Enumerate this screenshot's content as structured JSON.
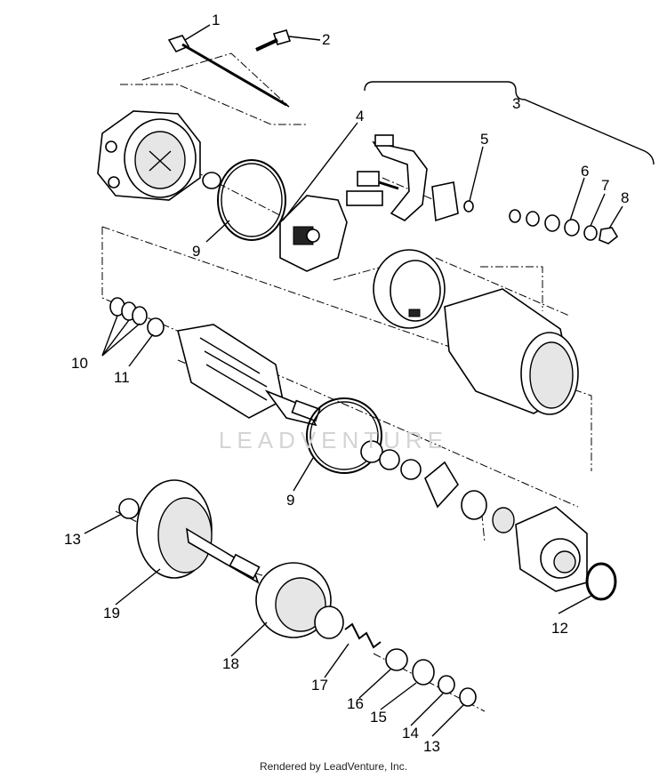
{
  "watermark": "LEADVENTURE",
  "footer": "Rendered by LeadVenture, Inc.",
  "callouts": [
    {
      "label": "1"
    },
    {
      "label": "2"
    },
    {
      "label": "3"
    },
    {
      "label": "4"
    },
    {
      "label": "5"
    },
    {
      "label": "6"
    },
    {
      "label": "7"
    },
    {
      "label": "8"
    },
    {
      "label": "9"
    },
    {
      "label": "9"
    },
    {
      "label": "10"
    },
    {
      "label": "11"
    },
    {
      "label": "12"
    },
    {
      "label": "13"
    },
    {
      "label": "13"
    },
    {
      "label": "14"
    },
    {
      "label": "15"
    },
    {
      "label": "16"
    },
    {
      "label": "17"
    },
    {
      "label": "18"
    },
    {
      "label": "19"
    }
  ]
}
